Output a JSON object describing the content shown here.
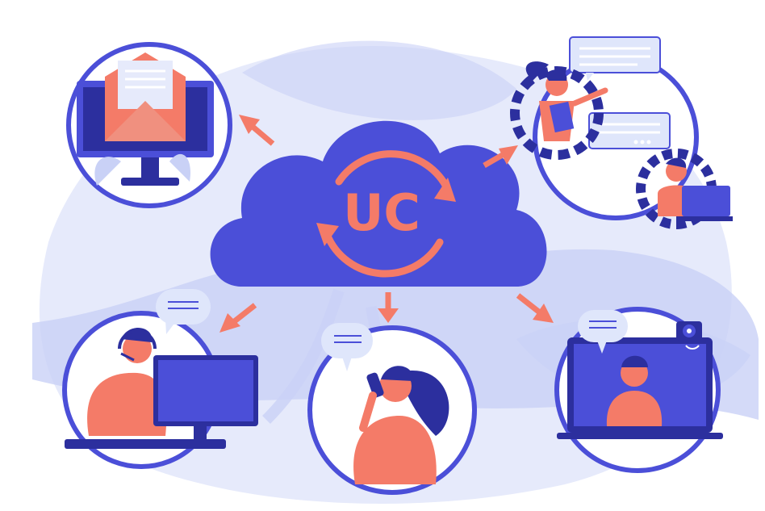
{
  "illustration": {
    "cloud_label": "UC",
    "colors": {
      "primary": "#4b4fd8",
      "primary_dark": "#2c2f9e",
      "accent": "#f47b68",
      "bg_light": "#e6eafb",
      "bg_mid": "#c9d1f6",
      "bubble": "#dfe6fb",
      "white": "#ffffff"
    },
    "nodes": [
      {
        "id": "email",
        "icon": "envelope-on-monitor"
      },
      {
        "id": "team-chat",
        "icon": "people-with-chat-bubbles"
      },
      {
        "id": "support-agent",
        "icon": "headset-operator"
      },
      {
        "id": "phone-call",
        "icon": "woman-on-phone"
      },
      {
        "id": "video-call",
        "icon": "laptop-video-call"
      }
    ]
  }
}
